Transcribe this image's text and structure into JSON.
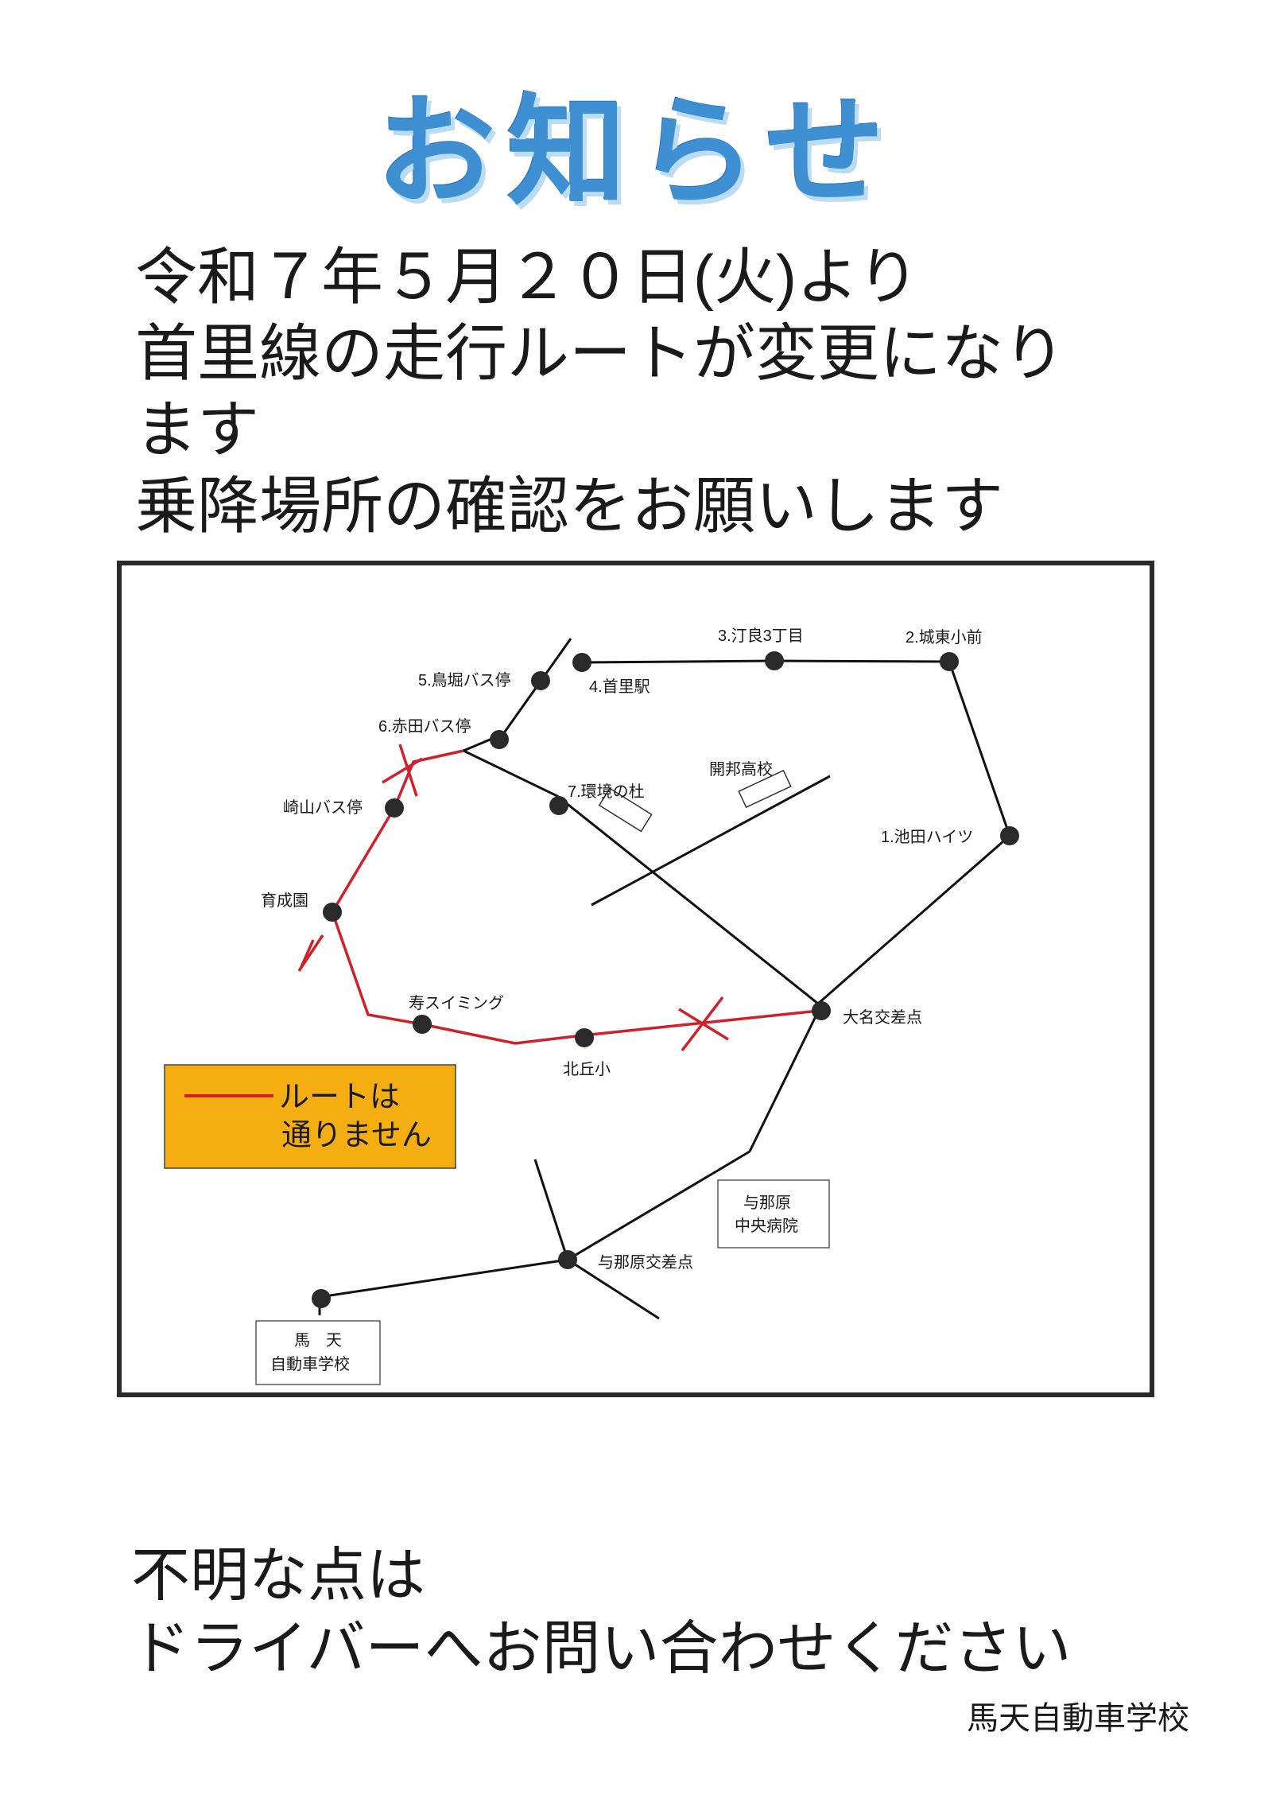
{
  "title": "お知らせ",
  "intro": {
    "line1": "令和７年５月２０日(火)より",
    "line2": "首里線の走行ルートが変更になり",
    "line3": "ます",
    "line4": "乗降場所の確認をお願いします"
  },
  "map": {
    "stops": {
      "s1": "1.池田ハイツ",
      "s2": "2.城東小前",
      "s3": "3.汀良3丁目",
      "s4": "4.首里駅",
      "s5": "5.鳥堀バス停",
      "s6": "6.赤田バス停",
      "s7": "7.環境の杜",
      "sakiyama": "崎山バス停",
      "ikuseien": "育成園",
      "kotobuki": "寿スイミング",
      "kitaoka": "北丘小",
      "omina": "大名交差点",
      "yonabaru": "与那原交差点"
    },
    "landmarks": {
      "kaiho": "開邦高校",
      "hospital_line1": "与那原",
      "hospital_line2": "中央病院",
      "school_line1": "馬　天",
      "school_line2": "自動車学校"
    },
    "legend": {
      "line1": "ルートは",
      "line2": "通りません",
      "box_color": "#f5ae12",
      "line_color": "#d0202a"
    },
    "colors": {
      "route": "#111111",
      "removed_route": "#d0202a",
      "stop": "#2a2a2a"
    }
  },
  "outro": {
    "line1": "不明な点は",
    "line2": "ドライバーへお問い合わせください"
  },
  "signature": "馬天自動車学校"
}
